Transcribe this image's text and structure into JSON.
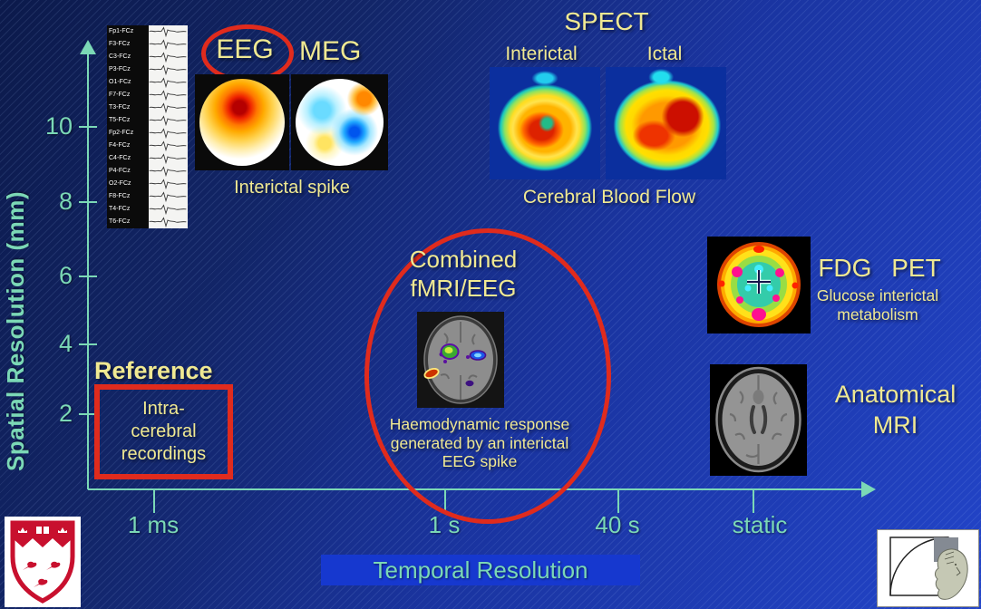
{
  "colors": {
    "yellow": "#F0E992",
    "teal": "#7BD8B6",
    "red": "#E02B1D",
    "bar-blue": "#1638CF"
  },
  "y_axis": {
    "title": "Spatial Resolution (mm)",
    "tick_labels": [
      "10",
      "8",
      "6",
      "4",
      "2"
    ]
  },
  "x_axis": {
    "title": "Temporal Resolution",
    "tick_labels": [
      "1 ms",
      "1 s",
      "40 s",
      "static"
    ]
  },
  "eeg_traces": {
    "channels": [
      "Fp1-FCz",
      "F3-FCz",
      "C3-FCz",
      "P3-FCz",
      "O1-FCz",
      "F7-FCz",
      "T3-FCz",
      "T5-FCz",
      "Fp2-FCz",
      "F4-FCz",
      "C4-FCz",
      "P4-FCz",
      "O2-FCz",
      "F8-FCz",
      "T4-FCz",
      "T6-FCz"
    ]
  },
  "eeg_meg": {
    "eeg_label": "EEG",
    "meg_label": "MEG",
    "caption": "Interictal spike"
  },
  "spect": {
    "title": "SPECT",
    "interictal_label": "Interictal",
    "ictal_label": "Ictal",
    "caption": "Cerebral Blood Flow"
  },
  "combined": {
    "title_line1": "Combined",
    "title_line2": "fMRI/EEG",
    "caption_line1": "Haemodynamic response",
    "caption_line2": "generated by an interictal",
    "caption_line3": "EEG spike"
  },
  "reference": {
    "title": "Reference",
    "line1": "Intra-",
    "line2": "cerebral",
    "line3": "recordings"
  },
  "fdg_pet": {
    "label": "FDG PET",
    "caption_line1": "Glucose interictal",
    "caption_line2": "metabolism"
  },
  "mri": {
    "label_line1": "Anatomical",
    "label_line2": "MRI"
  },
  "icons": {
    "bottom_left": "mcgill-university-crest",
    "bottom_right": "mni-golden-ratio-head-logo"
  }
}
